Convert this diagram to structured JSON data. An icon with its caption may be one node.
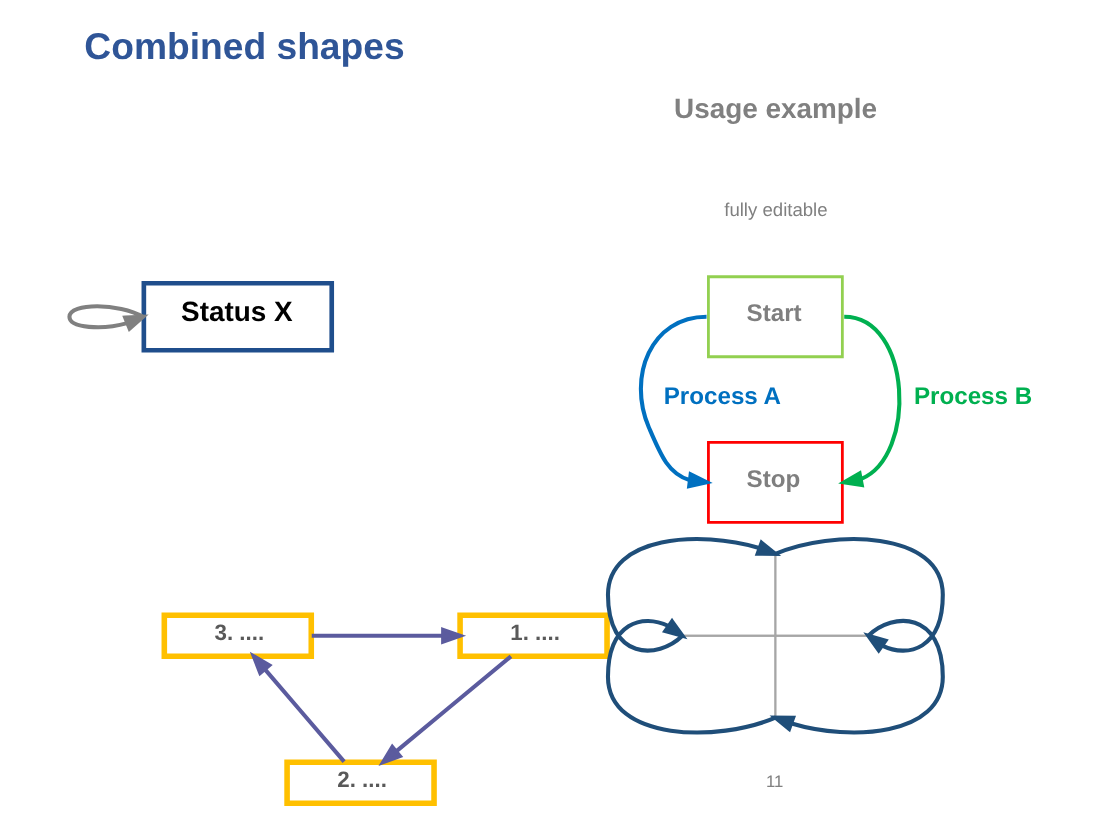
{
  "diagram": {
    "title": "Combined shapes",
    "nodes": [
      {
        "text": [
          "Status X"
        ]
      },
      {
        "text": [
          "Start"
        ]
      },
      {
        "text": [
          "Stop"
        ]
      },
      {
        "text": [
          "3. ...."
        ]
      },
      {
        "text": [
          "1. ...."
        ]
      },
      {
        "text": [
          "2. ...."
        ]
      },
      {
        "text": [],
        "shape": "cross"
      }
    ],
    "edges": [
      {
        "from": 0,
        "to": 0,
        "arrow": "to",
        "color": "#808080"
      },
      {
        "from": 1,
        "to": 2,
        "arrow": "to",
        "label": "Process A",
        "color": "#0070c0"
      },
      {
        "from": 1,
        "to": 2,
        "arrow": "to",
        "label": "Process B",
        "color": "#00b050"
      },
      {
        "from": 3,
        "to": 4,
        "arrow": "to",
        "color": "#5b5b9e"
      },
      {
        "from": 4,
        "to": 5,
        "arrow": "to",
        "color": "#5b5b9e"
      },
      {
        "from": 5,
        "to": 3,
        "arrow": "to",
        "color": "#5b5b9e"
      },
      {
        "from": 6,
        "to": 6,
        "arrow": "to"
      },
      {
        "from": 6,
        "to": 6,
        "arrow": "to"
      },
      {
        "from": 6,
        "to": 6,
        "arrow": "to"
      },
      {
        "from": 6,
        "to": 6,
        "arrow": "to"
      }
    ],
    "labels": [
      "Usage example",
      "fully editable",
      "11"
    ]
  }
}
